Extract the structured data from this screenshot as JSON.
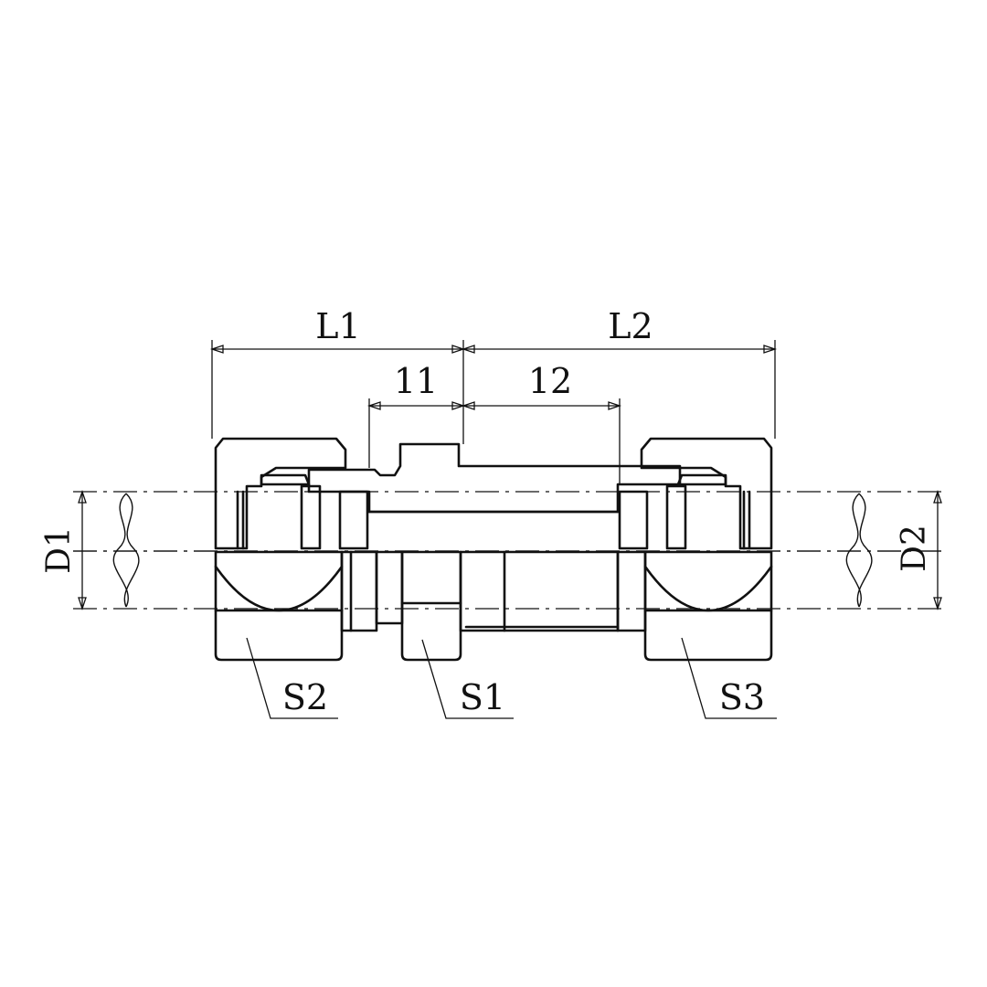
{
  "dimensions": {
    "L1": "L1",
    "L2": "L2",
    "l1": "11",
    "l2": "12",
    "D1": "D1",
    "D2": "D2"
  },
  "wrench_sizes": {
    "S1": "S1",
    "S2": "S2",
    "S3": "S3"
  },
  "colors": {
    "ink": "#111111",
    "background": "#ffffff"
  }
}
